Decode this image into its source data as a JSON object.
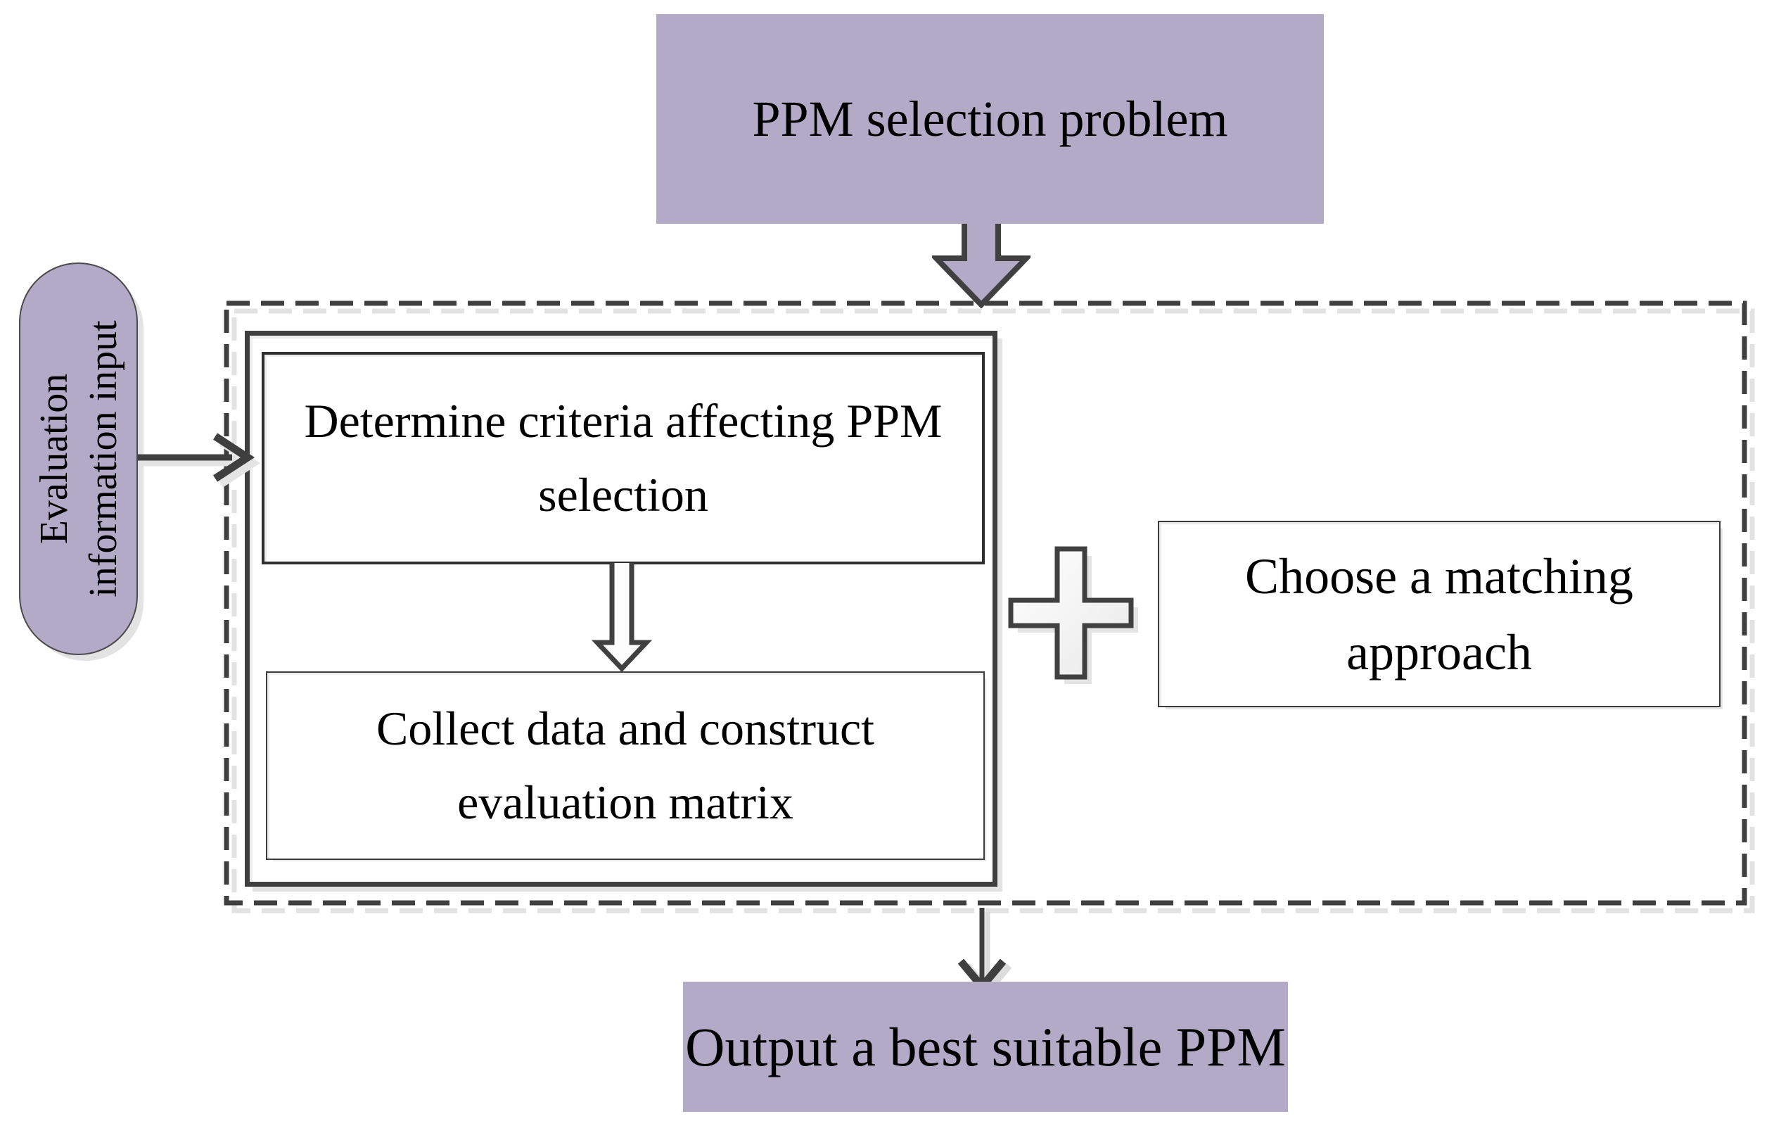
{
  "diagram": {
    "nodes": {
      "problem": {
        "label": "PPM selection problem"
      },
      "evaluation_input": {
        "line1": "Evaluation",
        "line2": "information input"
      },
      "determine_criteria": {
        "line1": "Determine criteria affecting PPM",
        "line2": "selection"
      },
      "collect_data": {
        "line1": "Collect data and construct",
        "line2": "evaluation matrix"
      },
      "matching_approach": {
        "line1": "Choose a matching",
        "line2": "approach"
      },
      "output": {
        "label": "Output a best suitable PPM"
      }
    },
    "icons": {
      "block_arrow_down": "block-arrow-down-icon",
      "hollow_arrow_down": "hollow-arrow-down-icon",
      "arrow_right": "arrow-right-icon",
      "arrow_down": "arrow-down-icon",
      "plus": "plus-icon"
    },
    "colors": {
      "purple_fill": "#b3aac8",
      "stroke_dark": "#3f3f3f",
      "shadow_light": "#e3e3e3",
      "node_background": "#ffffff"
    }
  }
}
